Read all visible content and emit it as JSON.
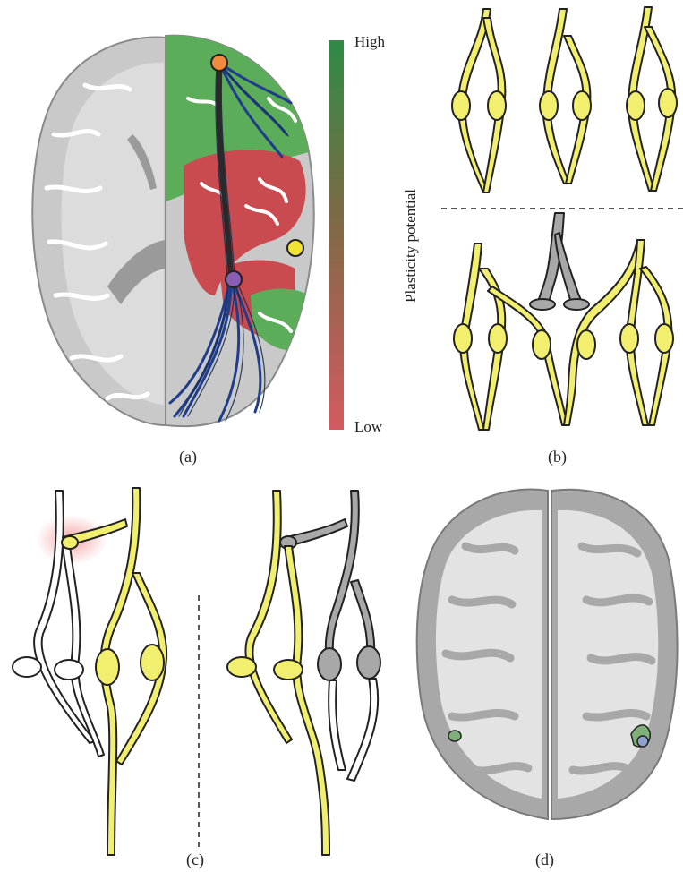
{
  "panels": {
    "a": {
      "caption": "(a)"
    },
    "b": {
      "caption": "(b)"
    },
    "c": {
      "caption": "(c)"
    },
    "d": {
      "caption": "(d)"
    }
  },
  "scale": {
    "label_high": "High",
    "label_low": "Low",
    "axis_label": "Plasticity potential",
    "color_high": "#2e8b45",
    "color_low": "#d45a60"
  },
  "colors": {
    "neuron_active": "#f3ef6e",
    "neuron_inactive": "#a8a8a8",
    "tract": "#1f3d8a",
    "brain_gray": "#bdbdbd",
    "brain_white": "#d9d9d9",
    "region_green": "#5cad5a",
    "region_red": "#c94a4f",
    "node_orange": "#f08a3c",
    "node_yellow": "#f2e233",
    "node_purple": "#8a5fb3",
    "lesion_green": "#7fb07a",
    "lesion_blue": "#8fa2cf"
  }
}
